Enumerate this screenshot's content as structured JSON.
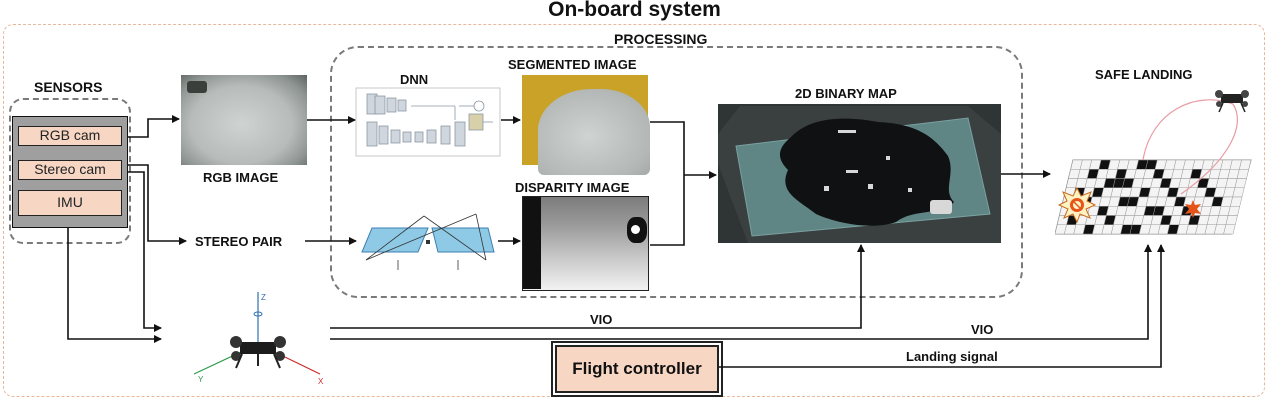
{
  "title": "On-board system",
  "sections": {
    "processing": "PROCESSING",
    "sensors": "SENSORS",
    "safe_landing": "SAFE LANDING"
  },
  "sensors": {
    "rgb": "RGB cam",
    "stereo": "Stereo cam",
    "imu": "IMU"
  },
  "labels": {
    "rgb_image": "RGB IMAGE",
    "stereo_pair": "STEREO PAIR",
    "dnn": "DNN",
    "segmented_image": "SEGMENTED IMAGE",
    "disparity_image": "DISPARITY IMAGE",
    "binary_map": "2D BINARY MAP",
    "vio_mid": "VIO",
    "vio_right": "VIO",
    "landing_signal": "Landing signal",
    "flight_controller": "Flight controller"
  },
  "colors": {
    "sensor_fill": "#f7d7c4",
    "outer_border": "#e7b89b",
    "processing_border": "#7a7a7a",
    "stereo_blue": "#8ecae6",
    "segment_yellow": "#c9a227",
    "map_teal": "#5f8585",
    "danger_orange": "#e6541a"
  },
  "icons": [
    "drone-icon",
    "axis-frame-icon",
    "landing-drone-icon",
    "warning-badge-icon",
    "landing-target-icon"
  ]
}
